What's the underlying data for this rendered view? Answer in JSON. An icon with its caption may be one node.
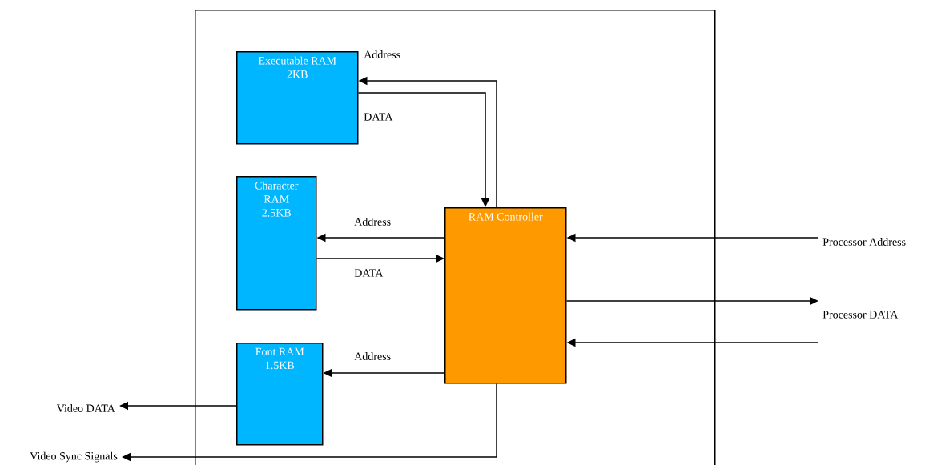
{
  "diagram": {
    "nodes": [
      {
        "text": [],
        "shape": "box"
      },
      {
        "text": [
          "Executable RAM 2KB"
        ],
        "in": 0
      },
      {
        "text": [
          "Character RAM 2.5KB"
        ],
        "in": 0
      },
      {
        "text": [
          "Font RAM 1.5KB"
        ],
        "in": 0
      },
      {
        "text": [
          "RAM Controller"
        ],
        "in": 0
      },
      {
        "text": [
          "Processor Address"
        ]
      },
      {
        "text": [
          "Processor DATA"
        ]
      },
      {
        "text": [
          "Video DATA"
        ]
      },
      {
        "text": [
          "Video Sync Signals"
        ]
      }
    ],
    "edges": [
      {
        "from": 4,
        "to": 1,
        "arrow": "to",
        "label": "Address"
      },
      {
        "from": 1,
        "to": 4,
        "arrow": "to",
        "label": "DATA"
      },
      {
        "from": 4,
        "to": 2,
        "arrow": "to",
        "label": "Address"
      },
      {
        "from": 2,
        "to": 4,
        "arrow": "to",
        "label": "DATA"
      },
      {
        "from": 4,
        "to": 3,
        "arrow": "to",
        "label": "Address"
      },
      {
        "from": 5,
        "to": 4,
        "arrow": "to"
      },
      {
        "from": 4,
        "to": 6,
        "arrow": "to"
      },
      {
        "from": 6,
        "to": 4,
        "arrow": "to"
      },
      {
        "from": 3,
        "to": 7,
        "arrow": "to"
      },
      {
        "from": 4,
        "to": 8,
        "arrow": "to"
      }
    ]
  }
}
